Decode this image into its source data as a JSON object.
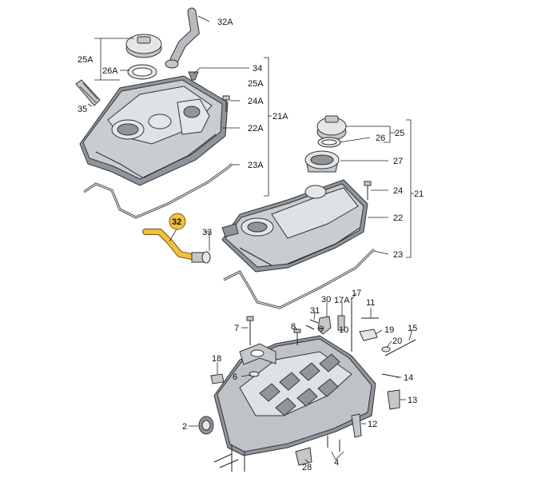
{
  "labels": {
    "l32A": "32A",
    "l25A_left": "25A",
    "l26A": "26A",
    "l34": "34",
    "l25A_right": "25A",
    "l24A": "24A",
    "l21A": "21A",
    "l22A": "22A",
    "l35": "35",
    "l23A": "23A",
    "l25": "25",
    "l26": "26",
    "l27": "27",
    "l24": "24",
    "l21": "21",
    "l22": "22",
    "l32": "32",
    "l33": "33",
    "l23": "23",
    "l17": "17",
    "l30": "30",
    "l17A": "17A",
    "l11": "11",
    "l31": "31",
    "l7": "7",
    "l8": "8",
    "l9": "9",
    "l19": "19",
    "l15": "15",
    "l10": "10",
    "l20": "20",
    "l18": "18",
    "l6": "6",
    "l14": "14",
    "l13": "13",
    "l2": "2",
    "l12": "12",
    "l28": "28",
    "l4": "4"
  },
  "highlight": {
    "part": "32",
    "color": "#f2c23a"
  }
}
